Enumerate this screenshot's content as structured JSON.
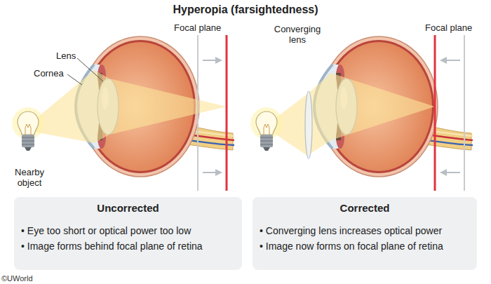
{
  "diagram": {
    "title": "Hyperopia (farsightedness)",
    "nodes": [
      {
        "text": [
          "Uncorrected",
          "• Eye too short or optical power too low",
          "• Image forms behind focal plane of retina"
        ]
      },
      {
        "text": [
          "Corrected",
          "• Converging lens increases optical power",
          "• Image now forms on focal plane of retina"
        ]
      }
    ],
    "labels": [
      "Focal plane",
      "Lens",
      "Cornea",
      "Nearby object",
      "Converging lens",
      "Focal plane",
      "©UWorld"
    ]
  }
}
